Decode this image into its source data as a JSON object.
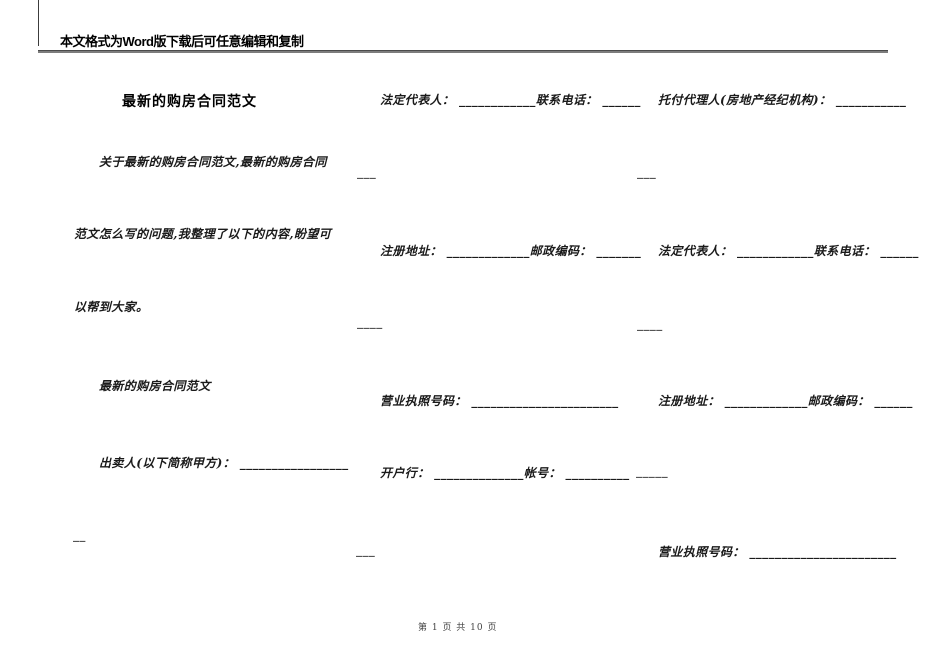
{
  "header": {
    "notice": "本文格式为Word版下载后可任意编辑和复制"
  },
  "left": {
    "title": "最新的购房合同范文",
    "para1": "关于最新的购房合同范文,最新的购房合同",
    "para2": "范文怎么写的问题,我整理了以下的内容,盼望可",
    "para3": "以帮到大家。",
    "subtitle": "最新的购房合同范文",
    "seller_line": "出卖人(以下简称甲方)： _________________",
    "cont1": "__"
  },
  "middle": {
    "legal_rep_line": "法定代表人： ____________联系电话： ______",
    "cont1": "___",
    "reg_addr_line": "注册地址： _____________邮政编码： _______",
    "cont2": "____",
    "license_line": "营业执照号码： _______________________",
    "bank_line": "开户行： ______________帐号： __________",
    "cont3": "___"
  },
  "right": {
    "agent_line": "托付代理人(房地产经纪机构)： ___________",
    "cont1": "___",
    "legal_rep_line": "法定代表人： ____________联系电话： ______",
    "cont2": "____",
    "reg_addr_line": "注册地址： _____________邮政编码： ______",
    "cont3": "_____",
    "license_line": "营业执照号码： _______________________"
  },
  "footer": {
    "page_indicator": "第 1 页 共 10 页"
  },
  "colors": {
    "text": "#1a1a1a",
    "divider": "#7d7d7d",
    "footer_text": "#444444"
  }
}
